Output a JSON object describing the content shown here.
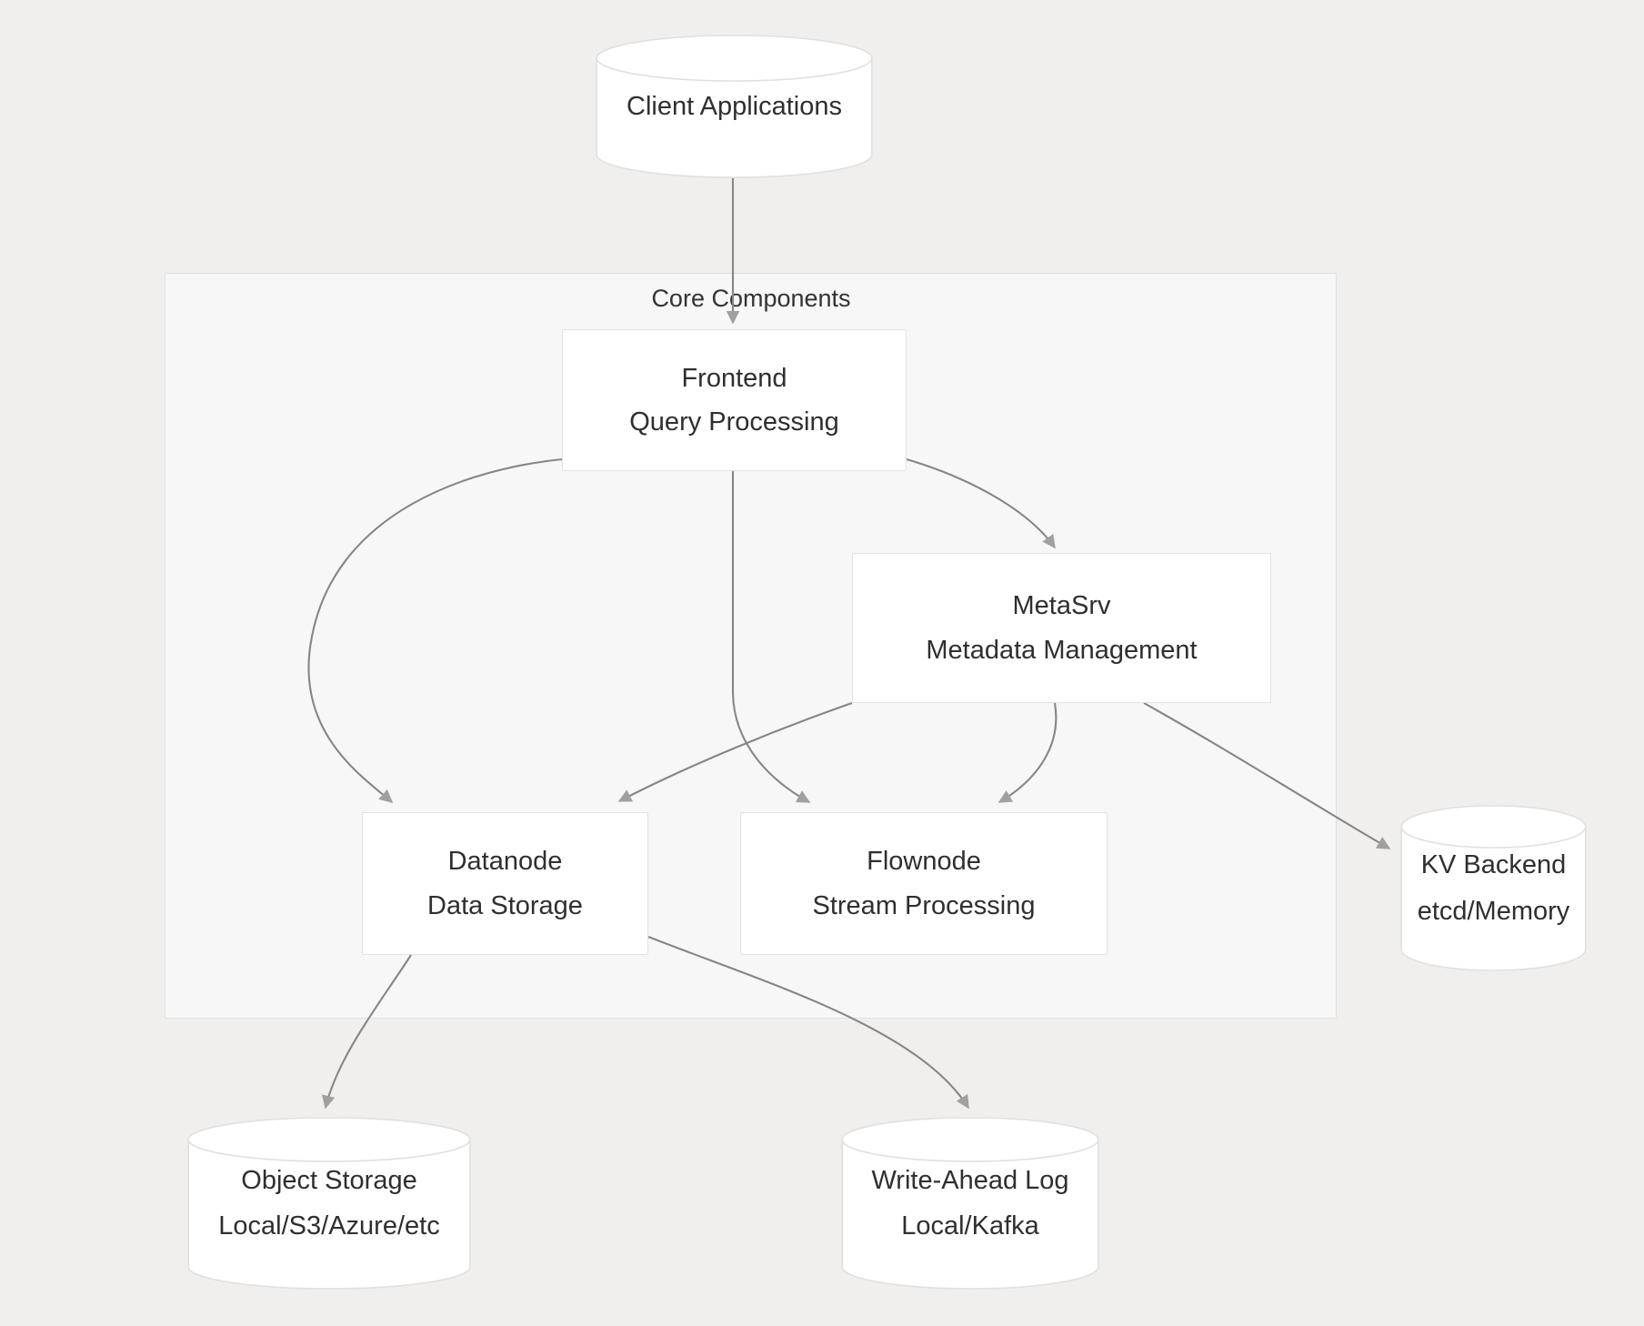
{
  "diagram": {
    "type": "architecture-flowchart",
    "background_color": "#f0efed",
    "node_fill": "#ffffff",
    "node_stroke": "#e2e2e2",
    "subgraph_fill": "#f7f7f7",
    "edge_color": "#868686",
    "text_color": "#2f2f2f"
  },
  "client": {
    "label": "Client Applications"
  },
  "subgraph": {
    "label": "Core Components"
  },
  "nodes": {
    "frontend": {
      "title": "Frontend",
      "subtitle": "Query Processing"
    },
    "metasrv": {
      "title": "MetaSrv",
      "subtitle": "Metadata Management"
    },
    "datanode": {
      "title": "Datanode",
      "subtitle": "Data Storage"
    },
    "flownode": {
      "title": "Flownode",
      "subtitle": "Stream Processing"
    }
  },
  "stores": {
    "kv_backend": {
      "title": "KV Backend",
      "subtitle": "etcd/Memory"
    },
    "object_storage": {
      "title": "Object Storage",
      "subtitle": "Local/S3/Azure/etc"
    },
    "wal": {
      "title": "Write-Ahead Log",
      "subtitle": "Local/Kafka"
    }
  },
  "edges": [
    {
      "from": "client",
      "to": "frontend"
    },
    {
      "from": "frontend",
      "to": "datanode"
    },
    {
      "from": "frontend",
      "to": "flownode"
    },
    {
      "from": "frontend",
      "to": "metasrv"
    },
    {
      "from": "metasrv",
      "to": "datanode"
    },
    {
      "from": "metasrv",
      "to": "flownode"
    },
    {
      "from": "metasrv",
      "to": "kv_backend"
    },
    {
      "from": "datanode",
      "to": "object_storage"
    },
    {
      "from": "datanode",
      "to": "wal"
    }
  ]
}
